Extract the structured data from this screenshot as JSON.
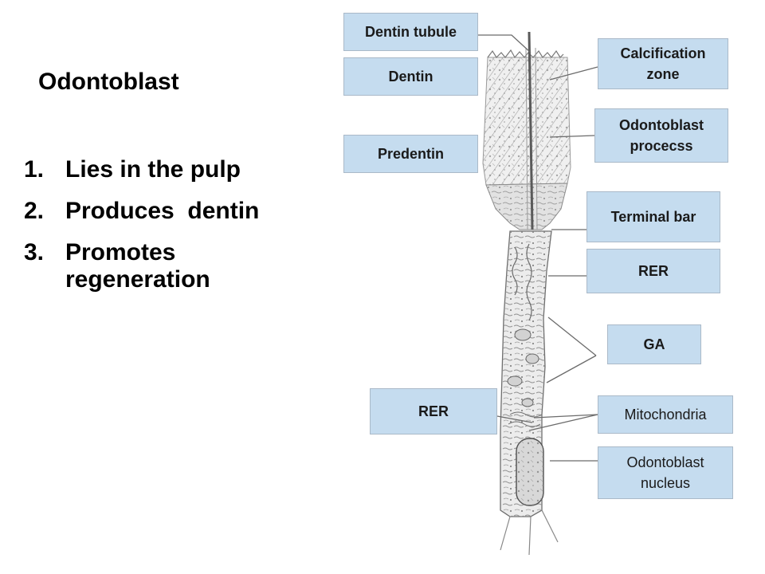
{
  "slide": {
    "title": "Odontoblast",
    "list": [
      {
        "num": "1.",
        "text": "Lies in the pulp"
      },
      {
        "num": "2.",
        "text": "Produces  dentin"
      },
      {
        "num": "3.",
        "text": "Promotes regeneration"
      }
    ]
  },
  "labels": {
    "dentin_tubule": "Dentin tubule",
    "dentin": "Dentin",
    "predentin": "Predentin",
    "calcification_zone": "Calcification zone",
    "odontoblast_process": "Odontoblast procecss",
    "terminal_bar": "Terminal bar",
    "rer_right": "RER",
    "ga": "GA",
    "rer_left": "RER",
    "mitochondria": "Mitochondria",
    "odontoblast_nucleus": "Odontoblast nucleus"
  },
  "colors": {
    "label_fill": "#c5dcef",
    "label_border": "#aab9c8",
    "line": "#6b6b6b"
  }
}
